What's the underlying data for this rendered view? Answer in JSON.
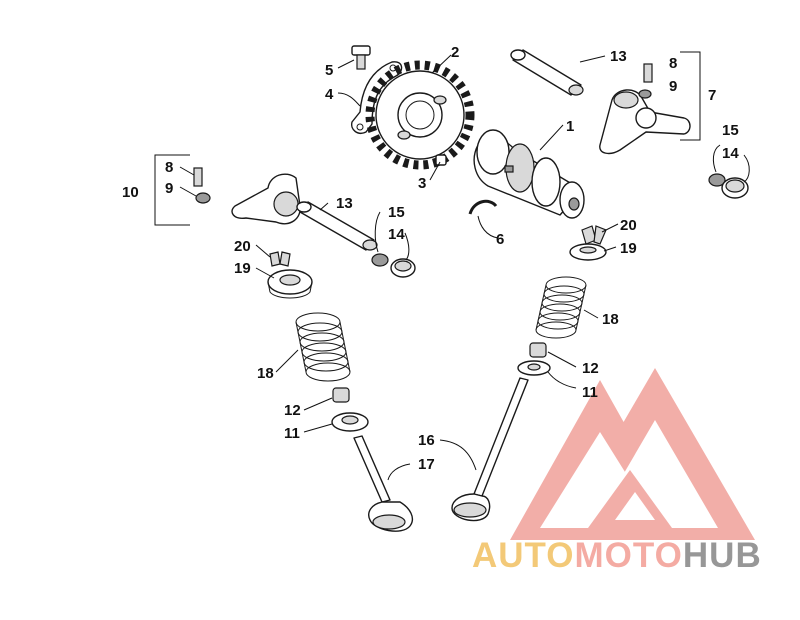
{
  "callouts": {
    "c1": "1",
    "c2": "2",
    "c3": "3",
    "c4": "4",
    "c5": "5",
    "c6": "6",
    "c7": "7",
    "c8a": "8",
    "c8b": "8",
    "c9a": "9",
    "c9b": "9",
    "c10": "10",
    "c11a": "11",
    "c11b": "11",
    "c12a": "12",
    "c12b": "12",
    "c13a": "13",
    "c13b": "13",
    "c14a": "14",
    "c14b": "14",
    "c15a": "15",
    "c15b": "15",
    "c16": "16",
    "c17": "17",
    "c18a": "18",
    "c18b": "18",
    "c19a": "19",
    "c19b": "19",
    "c20a": "20",
    "c20b": "20"
  },
  "watermark": {
    "word1": "AUTO",
    "word2": "MOTO",
    "word3": "HUB",
    "colors": {
      "auto": "#f2c46a",
      "moto": "#f3a39a",
      "hub": "#8c8c8c",
      "logo": "#f0a19a"
    }
  }
}
